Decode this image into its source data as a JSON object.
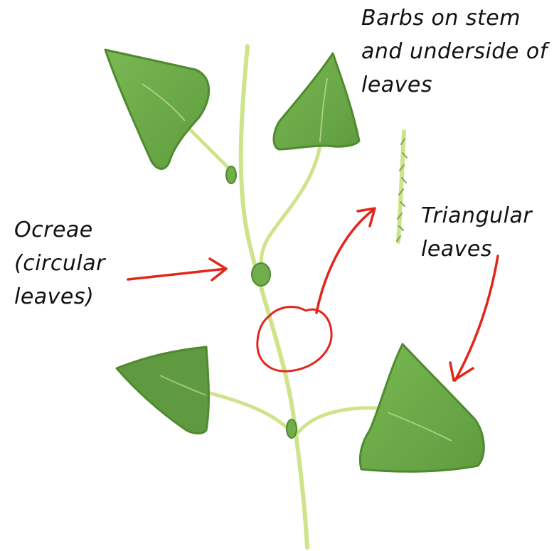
{
  "annotations": {
    "barbs": [
      "Barbs on stem",
      "and underside of",
      "leaves"
    ],
    "ocreae": [
      "Ocreae",
      "(circular",
      "leaves)"
    ],
    "triangular": [
      "Triangular",
      "leaves"
    ]
  },
  "colors": {
    "leaf_fill": "#6fae4a",
    "leaf_fill_dark": "#5f9a40",
    "leaf_edge": "#4f8a2f",
    "stem": "#cfe48a",
    "arrow": "#e2261c",
    "background": "#ffffff"
  }
}
